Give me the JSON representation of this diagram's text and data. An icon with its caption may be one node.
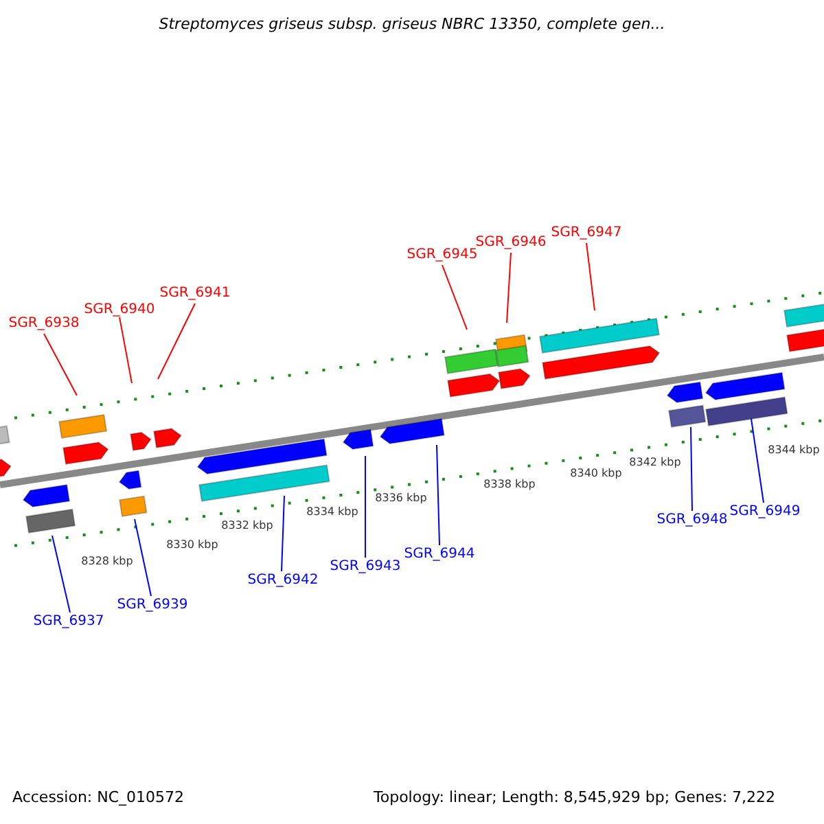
{
  "diagram": {
    "title": "Streptomyces griseus subsp. griseus NBRC 13350, complete gen...",
    "nodes": [
      {
        "text": [
          "SGR_6938"
        ]
      },
      {
        "text": [
          "SGR_6940"
        ]
      },
      {
        "text": [
          "SGR_6941"
        ]
      },
      {
        "text": [
          "SGR_6945"
        ]
      },
      {
        "text": [
          "SGR_6946"
        ]
      },
      {
        "text": [
          "SGR_6947"
        ]
      },
      {
        "text": [
          "SGR_6937"
        ]
      },
      {
        "text": [
          "SGR_6939"
        ]
      },
      {
        "text": [
          "SGR_6942"
        ]
      },
      {
        "text": [
          "SGR_6943"
        ]
      },
      {
        "text": [
          "SGR_6944"
        ]
      },
      {
        "text": [
          "SGR_6948"
        ]
      },
      {
        "text": [
          "SGR_6949"
        ]
      }
    ],
    "edges": [
      {
        "from": 0,
        "to": null,
        "arrow": "none",
        "color": "#ff0000"
      },
      {
        "from": 1,
        "to": null,
        "arrow": "none",
        "color": "#ff0000"
      },
      {
        "from": 2,
        "to": null,
        "arrow": "none",
        "color": "#ff0000"
      },
      {
        "from": 3,
        "to": null,
        "arrow": "none",
        "color": "#ff0000"
      },
      {
        "from": 4,
        "to": null,
        "arrow": "none",
        "color": "#ff0000"
      },
      {
        "from": 5,
        "to": null,
        "arrow": "none",
        "color": "#ff0000"
      },
      {
        "from": 6,
        "to": null,
        "arrow": "none"
      },
      {
        "from": 7,
        "to": null,
        "arrow": "none"
      },
      {
        "from": 8,
        "to": null,
        "arrow": "none"
      },
      {
        "from": 9,
        "to": null,
        "arrow": "none"
      },
      {
        "from": 10,
        "to": null,
        "arrow": "none"
      },
      {
        "from": 11,
        "to": null,
        "arrow": "none"
      },
      {
        "from": 12,
        "to": null,
        "arrow": "none"
      }
    ],
    "labels": [
      "8328 kbp",
      "8330 kbp",
      "8332 kbp",
      "8334 kbp",
      "8336 kbp",
      "8338 kbp",
      "8340 kbp",
      "8342 kbp",
      "8344 kbp",
      "Accession: NC_010572",
      "Topology: linear; Length: 8,545,929 bp; Genes: 7,222"
    ]
  }
}
